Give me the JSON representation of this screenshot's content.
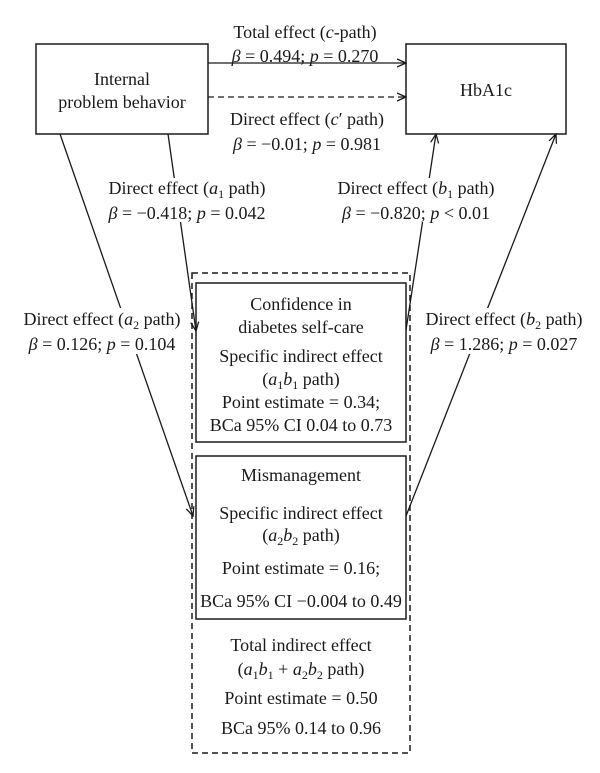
{
  "nodes": {
    "predictor": [
      "Internal",
      "problem behavior"
    ],
    "outcome": "HbA1c",
    "mediator1": [
      "Confidence in",
      "diabetes self-care"
    ],
    "mediator2": "Mismanagement"
  },
  "paths": {
    "total": {
      "label": "Total effect (c-path)",
      "stats": "β = 0.494; p = 0.270"
    },
    "direct": {
      "label": "Direct effect (c′ path)",
      "stats": "β = −0.01; p = 0.981"
    },
    "a1": {
      "label": "Direct effect (a1 path)",
      "stats": "β = −0.418; p = 0.042"
    },
    "b1": {
      "label": "Direct effect (b1 path)",
      "stats": "β = −0.820; p < 0.01"
    },
    "a2": {
      "label": "Direct effect (a2 path)",
      "stats": "β = 0.126; p = 0.104"
    },
    "b2": {
      "label": "Direct effect (b2 path)",
      "stats": "β = 1.286; p = 0.027"
    }
  },
  "indirect1": {
    "title": "Specific indirect effect",
    "path": "(a1b1 path)",
    "estimate": "Point estimate = 0.34;",
    "ci": "BCa 95% CI 0.04 to 0.73"
  },
  "indirect2": {
    "title": "Specific indirect effect",
    "path": "(a2b2 path)",
    "estimate": "Point estimate = 0.16;",
    "ci": "BCa 95% CI −0.004 to 0.49"
  },
  "total_indirect": {
    "title": "Total indirect effect",
    "path": "(a1b1 + a2b2 path)",
    "estimate": "Point estimate = 0.50",
    "ci": "BCa 95% 0.14 to 0.96"
  }
}
